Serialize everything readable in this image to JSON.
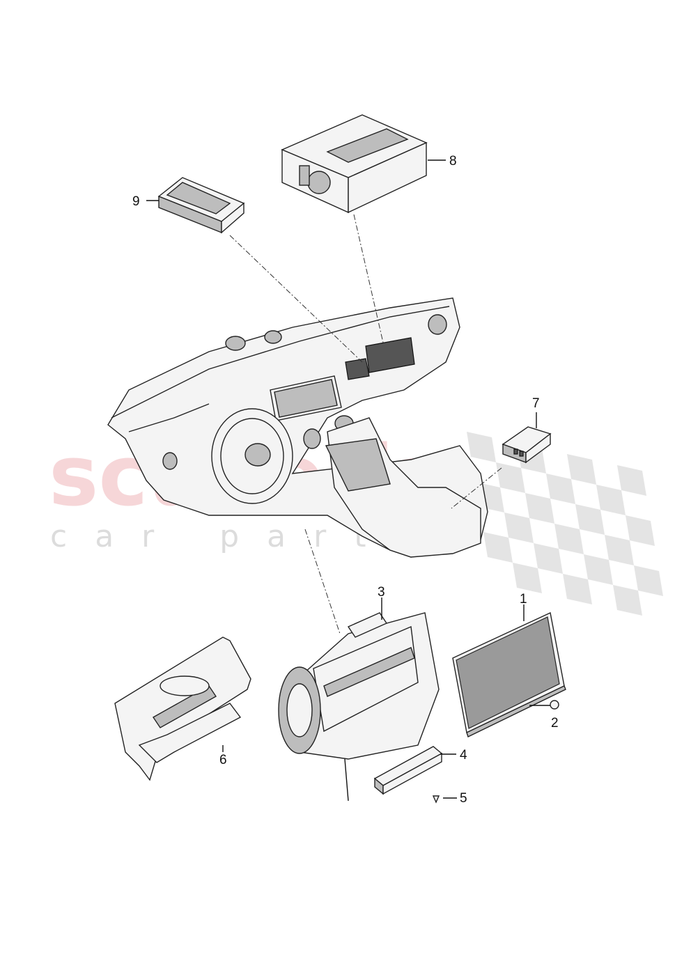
{
  "diagram": {
    "watermark": {
      "brand": "scuderia",
      "tagline": "car parts",
      "flag_colors": [
        "#d9d9d9",
        "#ffffff"
      ]
    },
    "callouts": [
      {
        "id": 1,
        "label": "1",
        "part": "display-screen"
      },
      {
        "id": 2,
        "label": "2",
        "part": "screw"
      },
      {
        "id": 3,
        "label": "3",
        "part": "control-unit-housing"
      },
      {
        "id": 4,
        "label": "4",
        "part": "module"
      },
      {
        "id": 5,
        "label": "5",
        "part": "screw"
      },
      {
        "id": 6,
        "label": "6",
        "part": "bracket"
      },
      {
        "id": 7,
        "label": "7",
        "part": "connector-unit"
      },
      {
        "id": 8,
        "label": "8",
        "part": "head-unit"
      },
      {
        "id": 9,
        "label": "9",
        "part": "card-reader"
      }
    ],
    "colors": {
      "line": "#222222",
      "watermark_red": "#f3c9cc",
      "highlight": "#5c5c5c"
    }
  }
}
